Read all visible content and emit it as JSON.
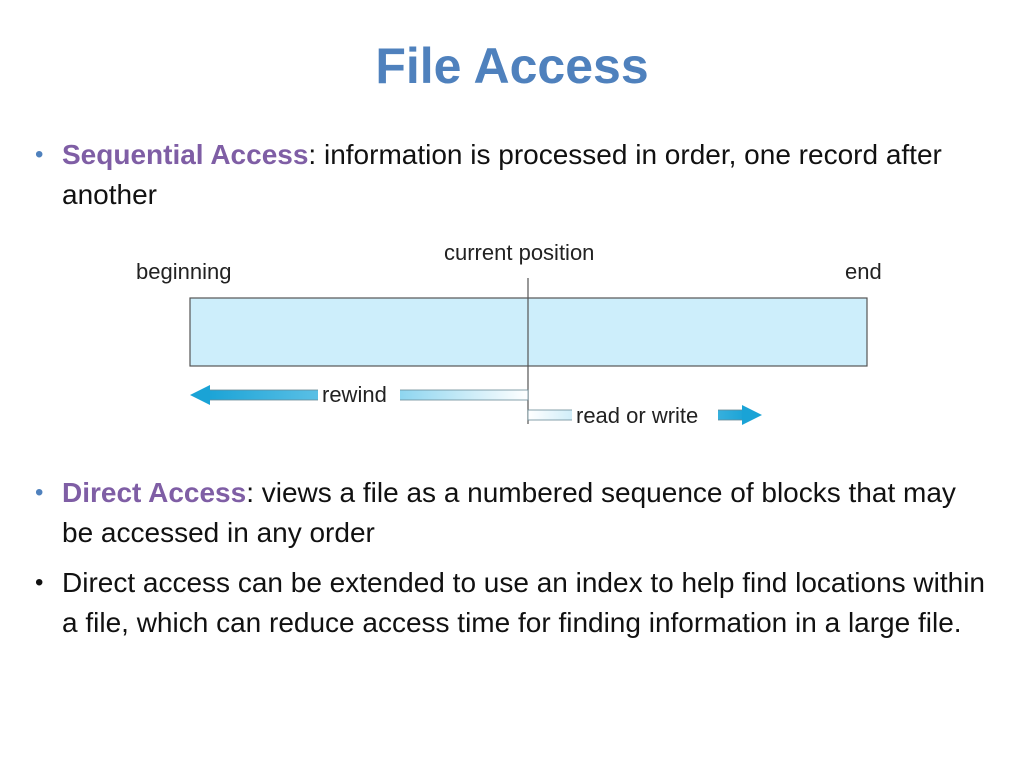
{
  "slide": {
    "title": "File Access",
    "bullets": [
      {
        "term": "Sequential Access",
        "text": ": information is processed in order, one record after another"
      },
      {
        "term": "Direct Access",
        "text": ": views a file as a numbered sequence of blocks that may be accessed in any order"
      },
      {
        "term": "",
        "text": "Direct access can be extended to use an index to help find locations within a file, which can reduce access time for finding information in a large file."
      }
    ]
  },
  "diagram": {
    "labels": {
      "beginning": "beginning",
      "current_position": "current position",
      "end": "end",
      "rewind": "rewind",
      "read_or_write": "read or write"
    },
    "colors": {
      "tape_fill": "#cdeefb",
      "arrow": "#1fa9d8"
    }
  }
}
